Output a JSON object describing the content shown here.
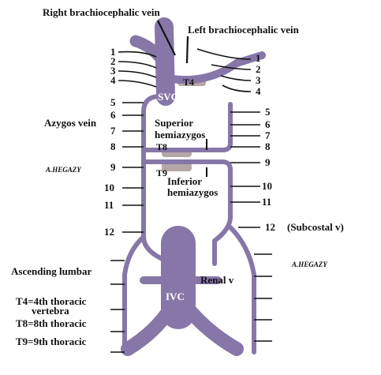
{
  "colors": {
    "vein": "#8677a8",
    "vertebra": "#b5a7a7",
    "line": "#111111"
  },
  "labels": {
    "right_brachiocephalic": "Right brachiocephalic vein",
    "left_brachiocephalic": "Left brachiocephalic vein",
    "azygos": "Azygos vein",
    "superior_hemiazygos_1": "Superior",
    "superior_hemiazygos_2": "hemiazygos",
    "inferior_hemiazygos_1": "Inferior",
    "inferior_hemiazygos_2": "hemiazygos",
    "svc": "SVC",
    "ivc": "IVC",
    "t4": "T4",
    "t8": "T8",
    "t9": "T9",
    "renal": "Renal v",
    "subcostal": "(Subcostal v)",
    "ascending_lumbar": "Ascending lumbar",
    "legend_t4_1": "T4=4th thoracic",
    "legend_t4_2": "vertebra",
    "legend_t8": "T8=8th thoracic",
    "legend_t9": "T9=9th thoracic",
    "credit_left": "A.HEGAZY",
    "credit_right": "A.HEGAZY"
  },
  "left_numbers": [
    "1",
    "2",
    "3",
    "4",
    "5",
    "6",
    "7",
    "8",
    "9",
    "10",
    "11",
    "12"
  ],
  "right_numbers": [
    "1",
    "2",
    "3",
    "4",
    "5",
    "6",
    "7",
    "8",
    "9",
    "10",
    "11",
    "12"
  ]
}
